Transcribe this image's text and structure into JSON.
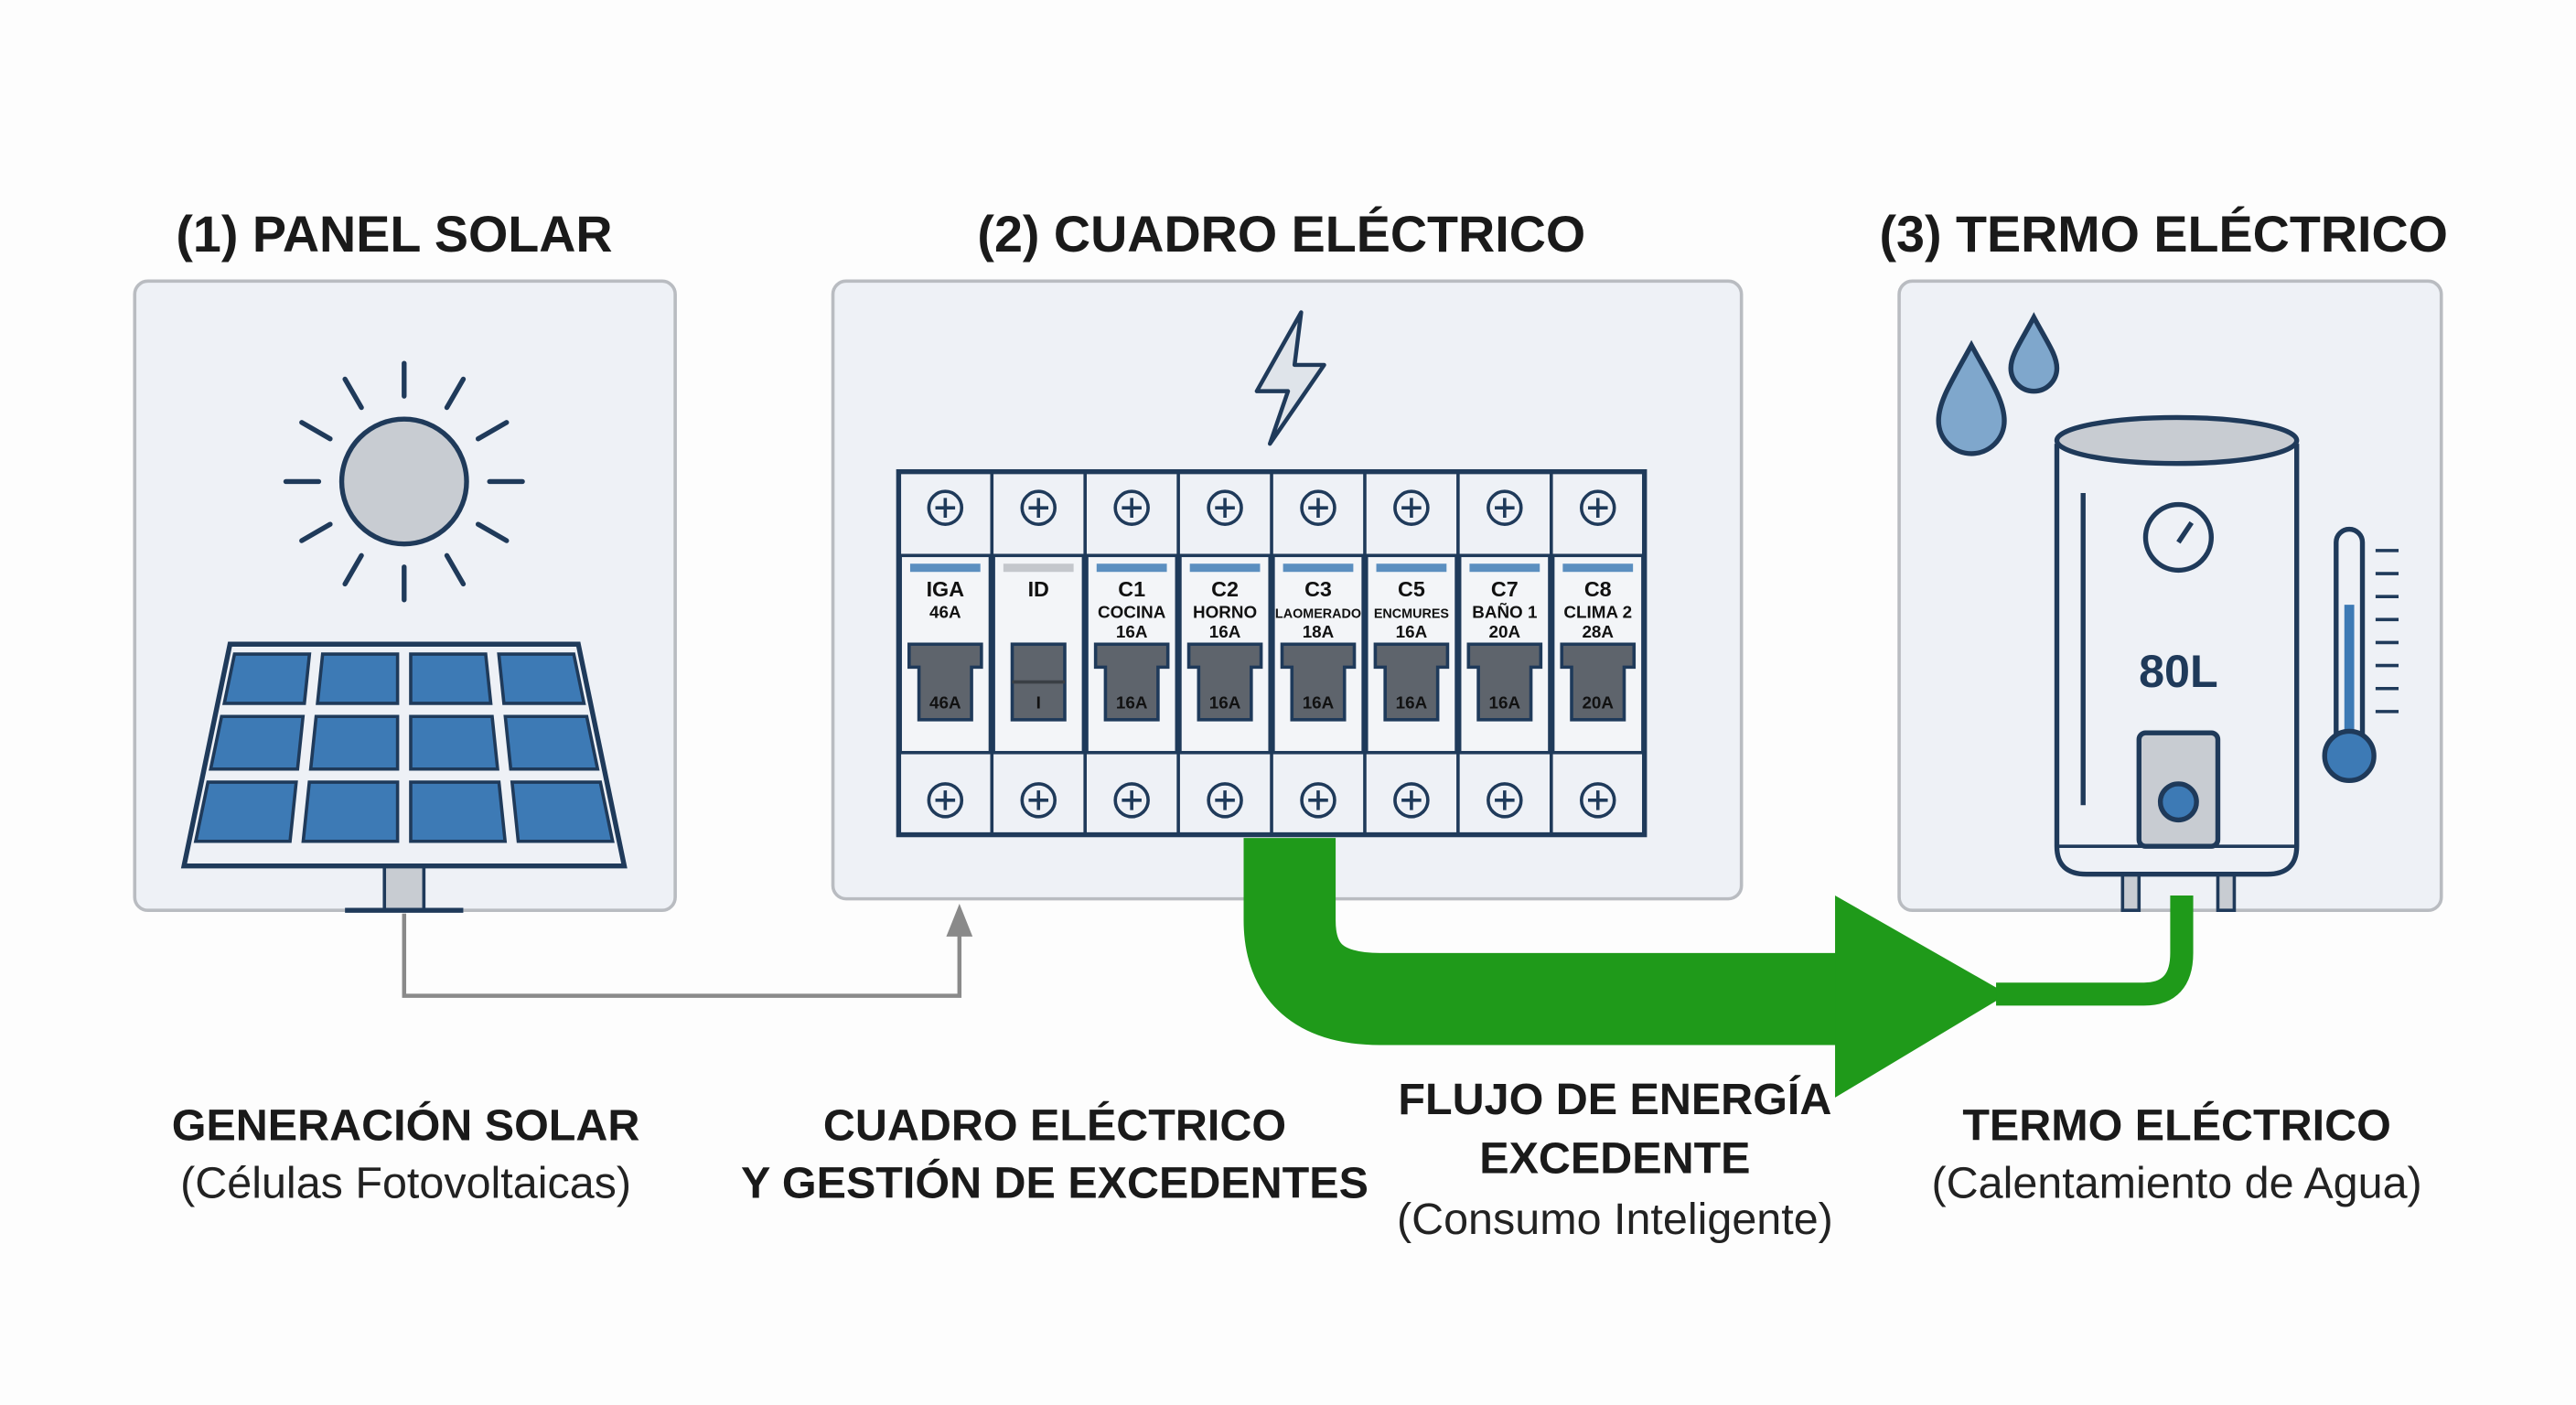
{
  "sections": [
    {
      "title": "(1) PANEL SOLAR",
      "label": "GENERACIÓN SOLAR",
      "sublabel": "(Células Fotovoltaicas)"
    },
    {
      "title": "(2) CUADRO ELÉCTRICO",
      "label": "CUADRO ELÉCTRICO",
      "label2": "Y GESTIÓN DE EXCEDENTES"
    },
    {
      "title": "(3) TERMO ELÉCTRICO",
      "label": "TERMO ELÉCTRICO",
      "sublabel": "(Calentamiento de Agua)"
    }
  ],
  "flow": {
    "line1": "FLUJO DE ENERGÍA",
    "line2": "EXCEDENTE",
    "line3": "(Consumo Inteligente)"
  },
  "tank": {
    "capacity": "80L"
  },
  "breakers": [
    {
      "name": "IGA",
      "desc": "",
      "rating": "46A",
      "switch": "46A",
      "type": "main"
    },
    {
      "name": "ID",
      "desc": "",
      "rating": "",
      "switch": "I",
      "type": "differential"
    },
    {
      "name": "C1",
      "desc": "COCINA",
      "rating": "16A",
      "switch": "16A"
    },
    {
      "name": "C2",
      "desc": "HORNO",
      "rating": "16A",
      "switch": "16A"
    },
    {
      "name": "C3",
      "desc": "LAOMERADO",
      "rating": "18A",
      "switch": "16A"
    },
    {
      "name": "C5",
      "desc": "ENCMURES",
      "rating": "16A",
      "switch": "16A"
    },
    {
      "name": "C7",
      "desc": "BAÑO 1",
      "rating": "20A",
      "switch": "16A"
    },
    {
      "name": "C8",
      "desc": "CLIMA 2",
      "rating": "28A",
      "switch": "20A"
    }
  ],
  "colors": {
    "flow_arrow": "#1f9a1a",
    "panel_cell": "#3d7ab5",
    "ink": "#1f3a5a",
    "connector": "#8a8a8a"
  },
  "icons": [
    "sun-icon",
    "solar-panel-icon",
    "lightning-icon",
    "water-drop-icon",
    "gauge-icon",
    "thermometer-icon"
  ]
}
